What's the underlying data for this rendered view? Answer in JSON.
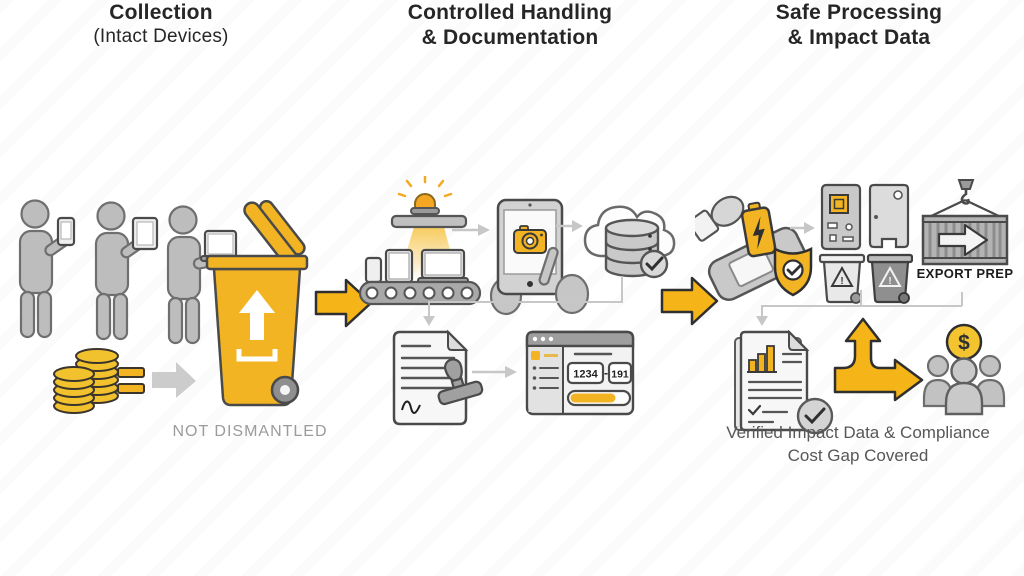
{
  "colors": {
    "accent_yellow": "#F2B422",
    "arrow_yellow": "#F5B519",
    "silhouette_gray": "#BDBDBD",
    "outline_dark": "#4A4A4A",
    "connector_gray": "#C7C7C7",
    "heading_text": "#262626",
    "muted_note_text": "#9B9B9B",
    "caption_text": "#575757"
  },
  "stages": {
    "collection": {
      "title": "Collection",
      "subtitle": "(Intact Devices)",
      "note": "NOT DISMANTLED"
    },
    "handling": {
      "title": "Controlled Handling",
      "subtitle": "& Documentation",
      "tracker": {
        "left_value": "1234",
        "separator": "-",
        "right_value": "191"
      }
    },
    "processing": {
      "title": "Safe Processing",
      "subtitle": "& Impact Data",
      "export_label": "EXPORT PREP",
      "caption_line1": "Verified Impact Data & Compliance",
      "caption_line2": "Cost Gap Covered"
    }
  },
  "glyphs": {
    "dollar": "$",
    "warning": "!"
  },
  "icons": {
    "person-with-phone-icon": "gray figure holding smartphone",
    "person-with-tablet-icon": "gray figure holding tablet",
    "person-with-laptop-icon": "gray figure carrying laptop",
    "coins-icon": "two stacks of yellow coins",
    "equals-icon": "yellow equals sign",
    "value-arrow-icon": "gray block arrow",
    "collection-bin-icon": "open yellow wheelie bin with upload arrow",
    "flow-arrow-icon": "large yellow block arrow",
    "conveyor-scanner-icon": "devices on conveyor belt under scanning lamp",
    "tablet-camera-icon": "hands photographing with tablet",
    "cloud-database-icon": "cloud with database and checkmark",
    "signed-document-icon": "signed document with rubber stamp",
    "tracker-window-icon": "app window with counters and progress bar",
    "battery-removal-icon": "hand removing battery from phone with safety shield",
    "parts-sorting-icon": "circuit board, cover plate and two hazard bins",
    "export-container-icon": "shipping container on crane hook with arrow",
    "impact-report-icon": "report with bar chart and verified checkmark",
    "branch-arrow-icon": "yellow arrow branching up and right",
    "community-funding-icon": "group of people under dollar coin"
  }
}
